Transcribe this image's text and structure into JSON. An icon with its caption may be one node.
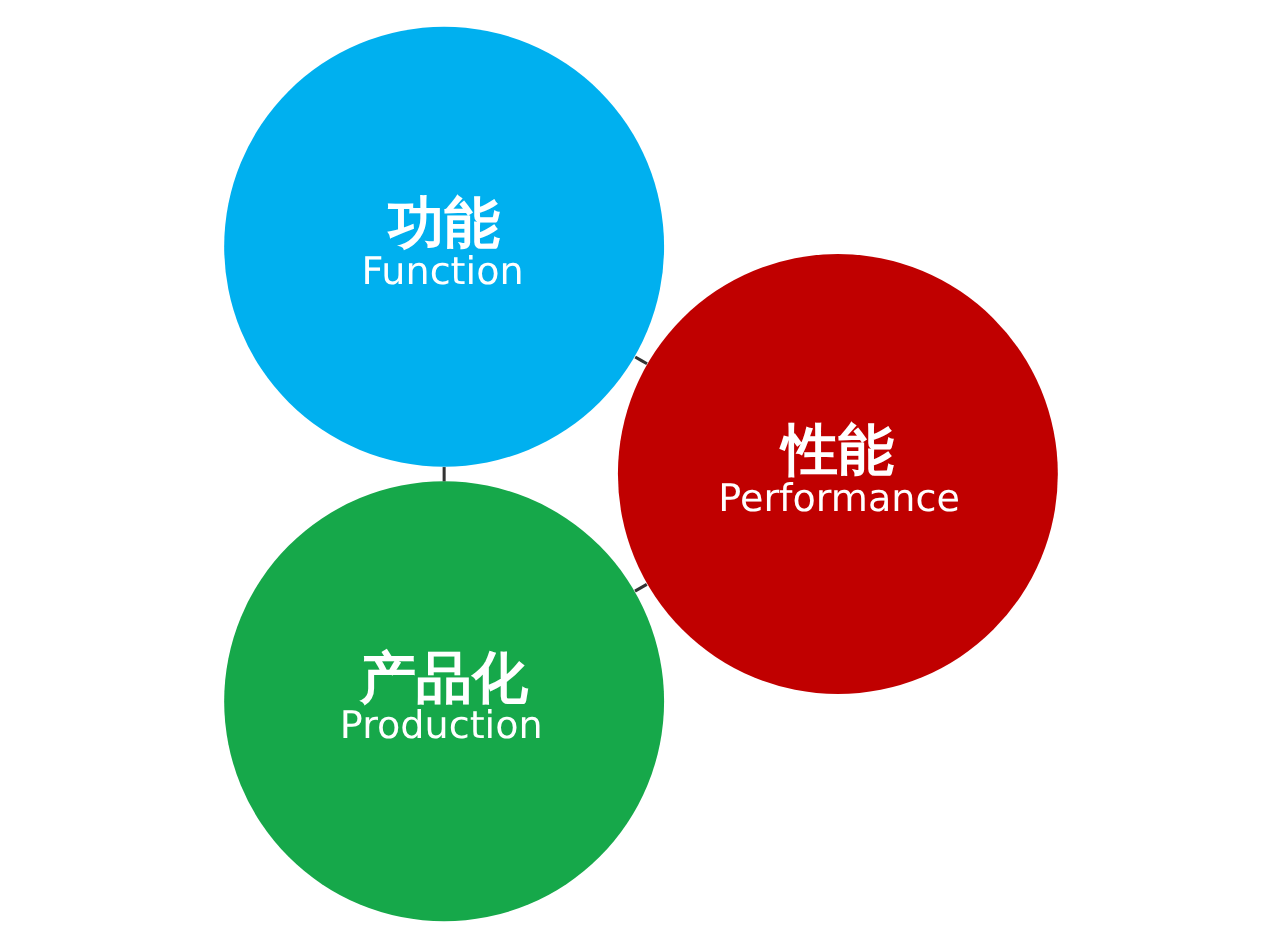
{
  "diagram": {
    "nodes": [
      {
        "text": [
          "产品化",
          "Production"
        ]
      },
      {
        "text": [
          "功能",
          "Function"
        ]
      },
      {
        "text": [
          "性能",
          "Performance"
        ]
      }
    ],
    "edges": [
      {
        "from": 0,
        "to": 1,
        "arrow": "none"
      },
      {
        "from": 1,
        "to": 2,
        "arrow": "none"
      },
      {
        "from": 2,
        "to": 0,
        "arrow": "none"
      }
    ]
  }
}
